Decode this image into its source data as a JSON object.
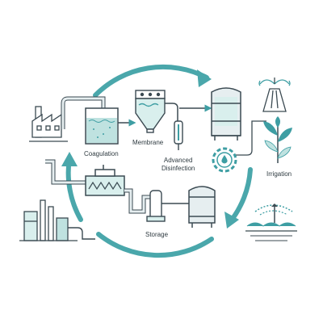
{
  "palette": {
    "teal": "#3e9ea3",
    "teal_light": "#bfe2e0",
    "teal_fill": "#d9efed",
    "outline": "#3b4a52",
    "steel": "#e6eef0"
  },
  "labels": {
    "coagulation": "Coagulation",
    "membrane": "Membrane",
    "advanced_disinfection_line1": "Advanced",
    "advanced_disinfection_line2": "Disinfection",
    "irrigation": "Irrigation",
    "storage": "Storage"
  },
  "icons": [
    "factory-icon",
    "coagulation-tank-icon",
    "membrane-unit-icon",
    "uv-disinfection-icon",
    "storage-silo-icon",
    "gear-water-drop-icon",
    "sprinkler-fountain-icon",
    "plant-icon",
    "field-sprinkler-icon",
    "refinery-icon",
    "treatment-tank-icon",
    "pump-icon",
    "cylinder-tank-icon"
  ]
}
